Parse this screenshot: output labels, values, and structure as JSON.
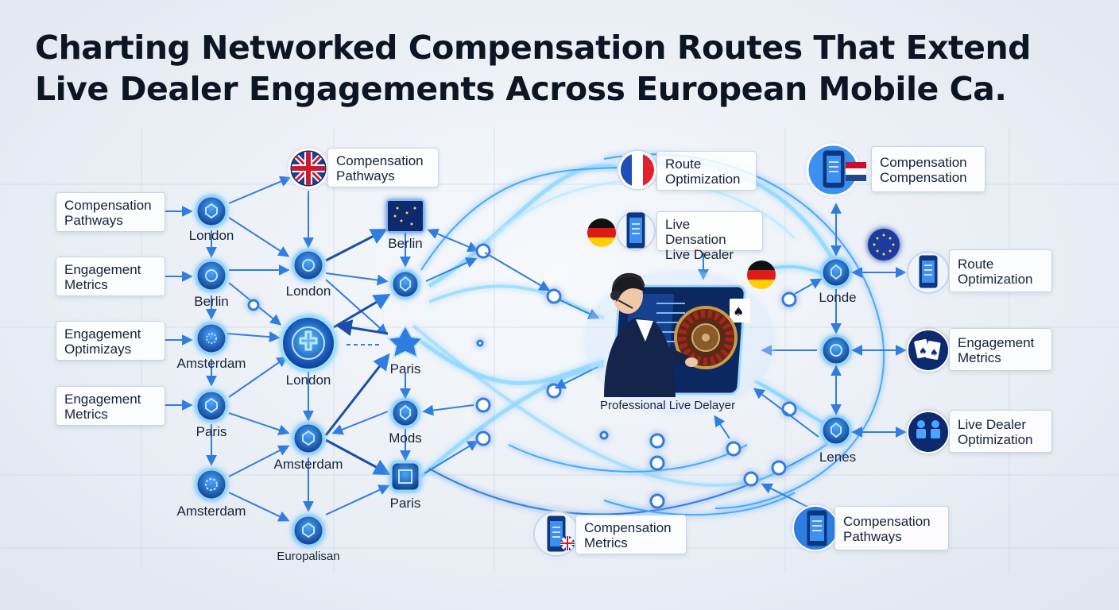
{
  "title": {
    "line1": "Charting Networked Compensation Routes That Extend",
    "line2": "Live Dealer Engagements Across European Mobile Ca."
  },
  "left_labels": [
    {
      "line1": "Compensation",
      "line2": "Pathways"
    },
    {
      "line1": "Engagement",
      "line2": "Metrics"
    },
    {
      "line1": "Engagement",
      "line2": "Optimizays"
    },
    {
      "line1": "Engagement",
      "line2": "Metrics"
    }
  ],
  "cities": {
    "col1": [
      "London",
      "Berlin",
      "Amsterdam",
      "Paris",
      "Amsterdam"
    ],
    "col2": [
      "London",
      "London",
      "Amsterdam",
      "Europalisan"
    ],
    "col3": [
      "Berlin",
      "Paris",
      "Mods",
      "Paris"
    ],
    "right": [
      "Londe",
      "Lenes"
    ]
  },
  "top_label": {
    "line1": "Compensation",
    "line2": "Pathways"
  },
  "center": {
    "route_optimization": {
      "line1": "Route",
      "line2": "Optimization"
    },
    "live_dealer": {
      "line1": "Live Densation",
      "line2": "Live Dealer"
    },
    "caption": "Professional Live Delayer",
    "bottom_label": {
      "line1": "Compensation",
      "line2": "Metrics"
    }
  },
  "right_labels": [
    {
      "line1": "Compensation",
      "line2": "Compensation"
    },
    {
      "line1": "Route",
      "line2": "Optimization"
    },
    {
      "line1": "Engagement",
      "line2": "Metrics"
    },
    {
      "line1": "Live Dealer",
      "line2": "Optimization"
    },
    {
      "line1": "Compensation",
      "line2": "Pathways"
    }
  ],
  "colors": {
    "accent": "#2f7de1",
    "node_dark": "#1a4fa8",
    "glow": "#7fd0ff",
    "title": "#0c1524"
  }
}
